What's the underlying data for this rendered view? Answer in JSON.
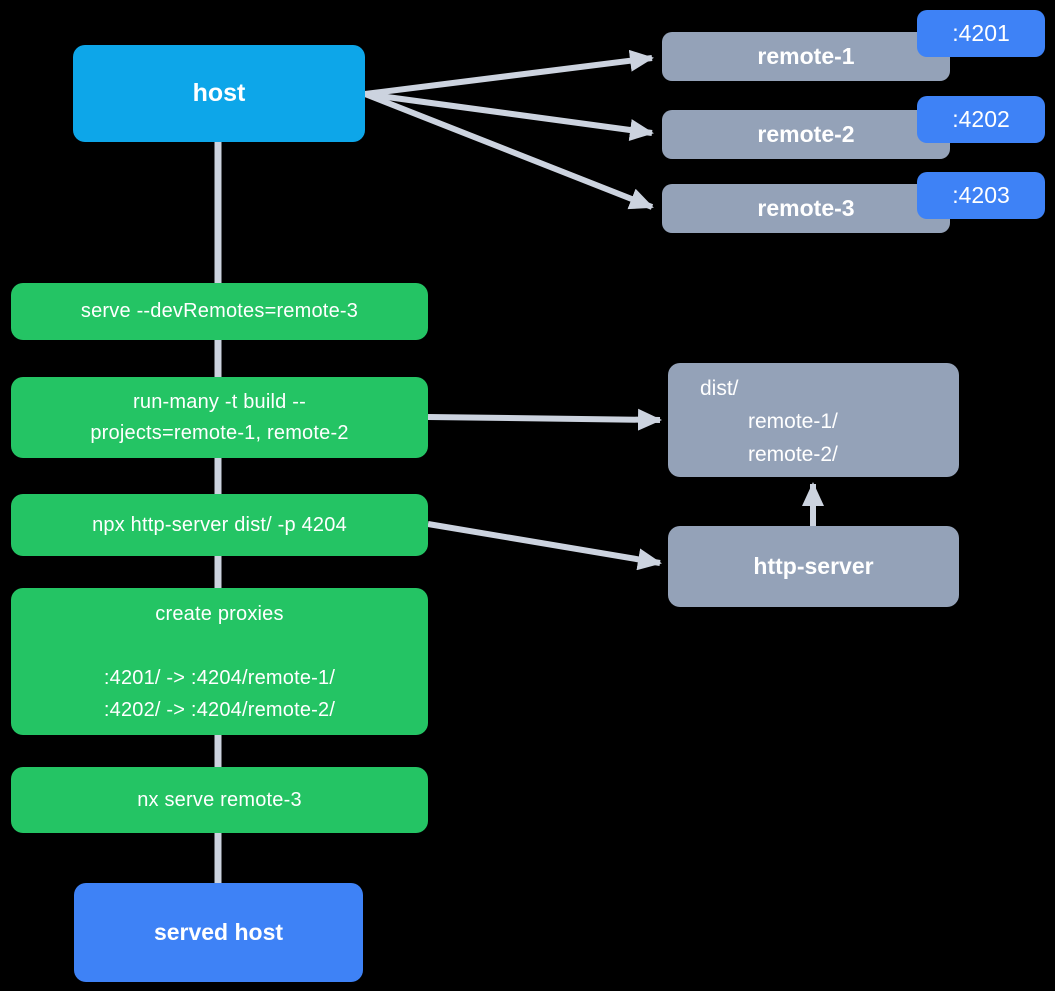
{
  "background": "#000000",
  "colors": {
    "host-blue": "#0da6e9",
    "accent-blue": "#3e82f6",
    "gray": "#94a2b8",
    "green": "#24c464",
    "arrow": "#ccd3df",
    "text": "#ffffff"
  },
  "nodes": {
    "host": {
      "label": "host"
    },
    "served_host": {
      "label": "served host"
    },
    "remotes": [
      {
        "label": "remote-1",
        "port": ":4201"
      },
      {
        "label": "remote-2",
        "port": ":4202"
      },
      {
        "label": "remote-3",
        "port": ":4203"
      }
    ],
    "commands": {
      "serve": {
        "label": "serve --devRemotes=remote-3"
      },
      "run_many": {
        "line1": "run-many -t build --",
        "line2": "projects=remote-1, remote-2"
      },
      "npx": {
        "label": "npx http-server dist/ -p 4204"
      },
      "proxies": {
        "title": "create proxies",
        "line1": ":4201/ -> :4204/remote-1/",
        "line2": ":4202/ -> :4204/remote-2/"
      },
      "nx_serve": {
        "label": "nx serve remote-3"
      }
    },
    "dist": {
      "line1": "dist/",
      "line2": "remote-1/",
      "line3": "remote-2/"
    },
    "http_server": {
      "label": "http-server"
    }
  }
}
